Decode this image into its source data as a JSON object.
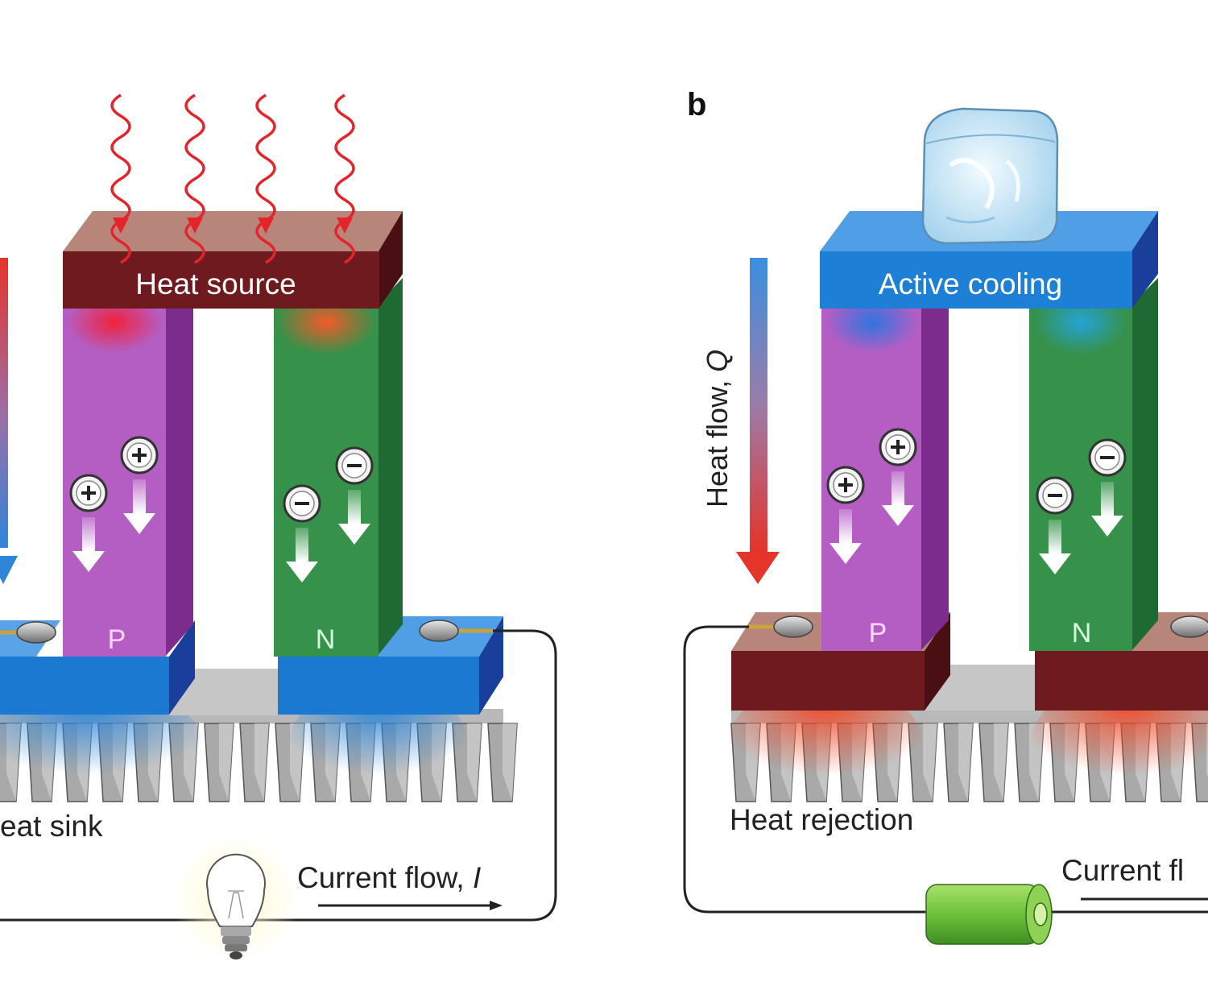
{
  "panel_a": {
    "block_label": "Heat source",
    "p_label": "P",
    "n_label": "N",
    "sink_label": "eat sink",
    "current_label": "Current flow, ",
    "current_symbol": "I",
    "p_carrier": "+",
    "n_carrier": "−"
  },
  "panel_b": {
    "panel_letter": "b",
    "block_label": "Active cooling",
    "heat_flow_label": "Heat flow, ",
    "heat_flow_symbol": "Q",
    "p_label": "P",
    "n_label": "N",
    "rejection_label": "Heat rejection",
    "current_label": "Current fl",
    "p_carrier": "+",
    "n_carrier": "−"
  },
  "colors": {
    "heat_source": "#6e1a1e",
    "heat_source_top": "#b8857a",
    "cooling": "#1e7fd6",
    "cooling_top": "#4f9ee6",
    "p_leg": "#b45ec4",
    "n_leg": "#36914a",
    "heat_red": "#e5342a",
    "heat_blue": "#2f86d8",
    "fin_gray": "#9a9a9a"
  }
}
